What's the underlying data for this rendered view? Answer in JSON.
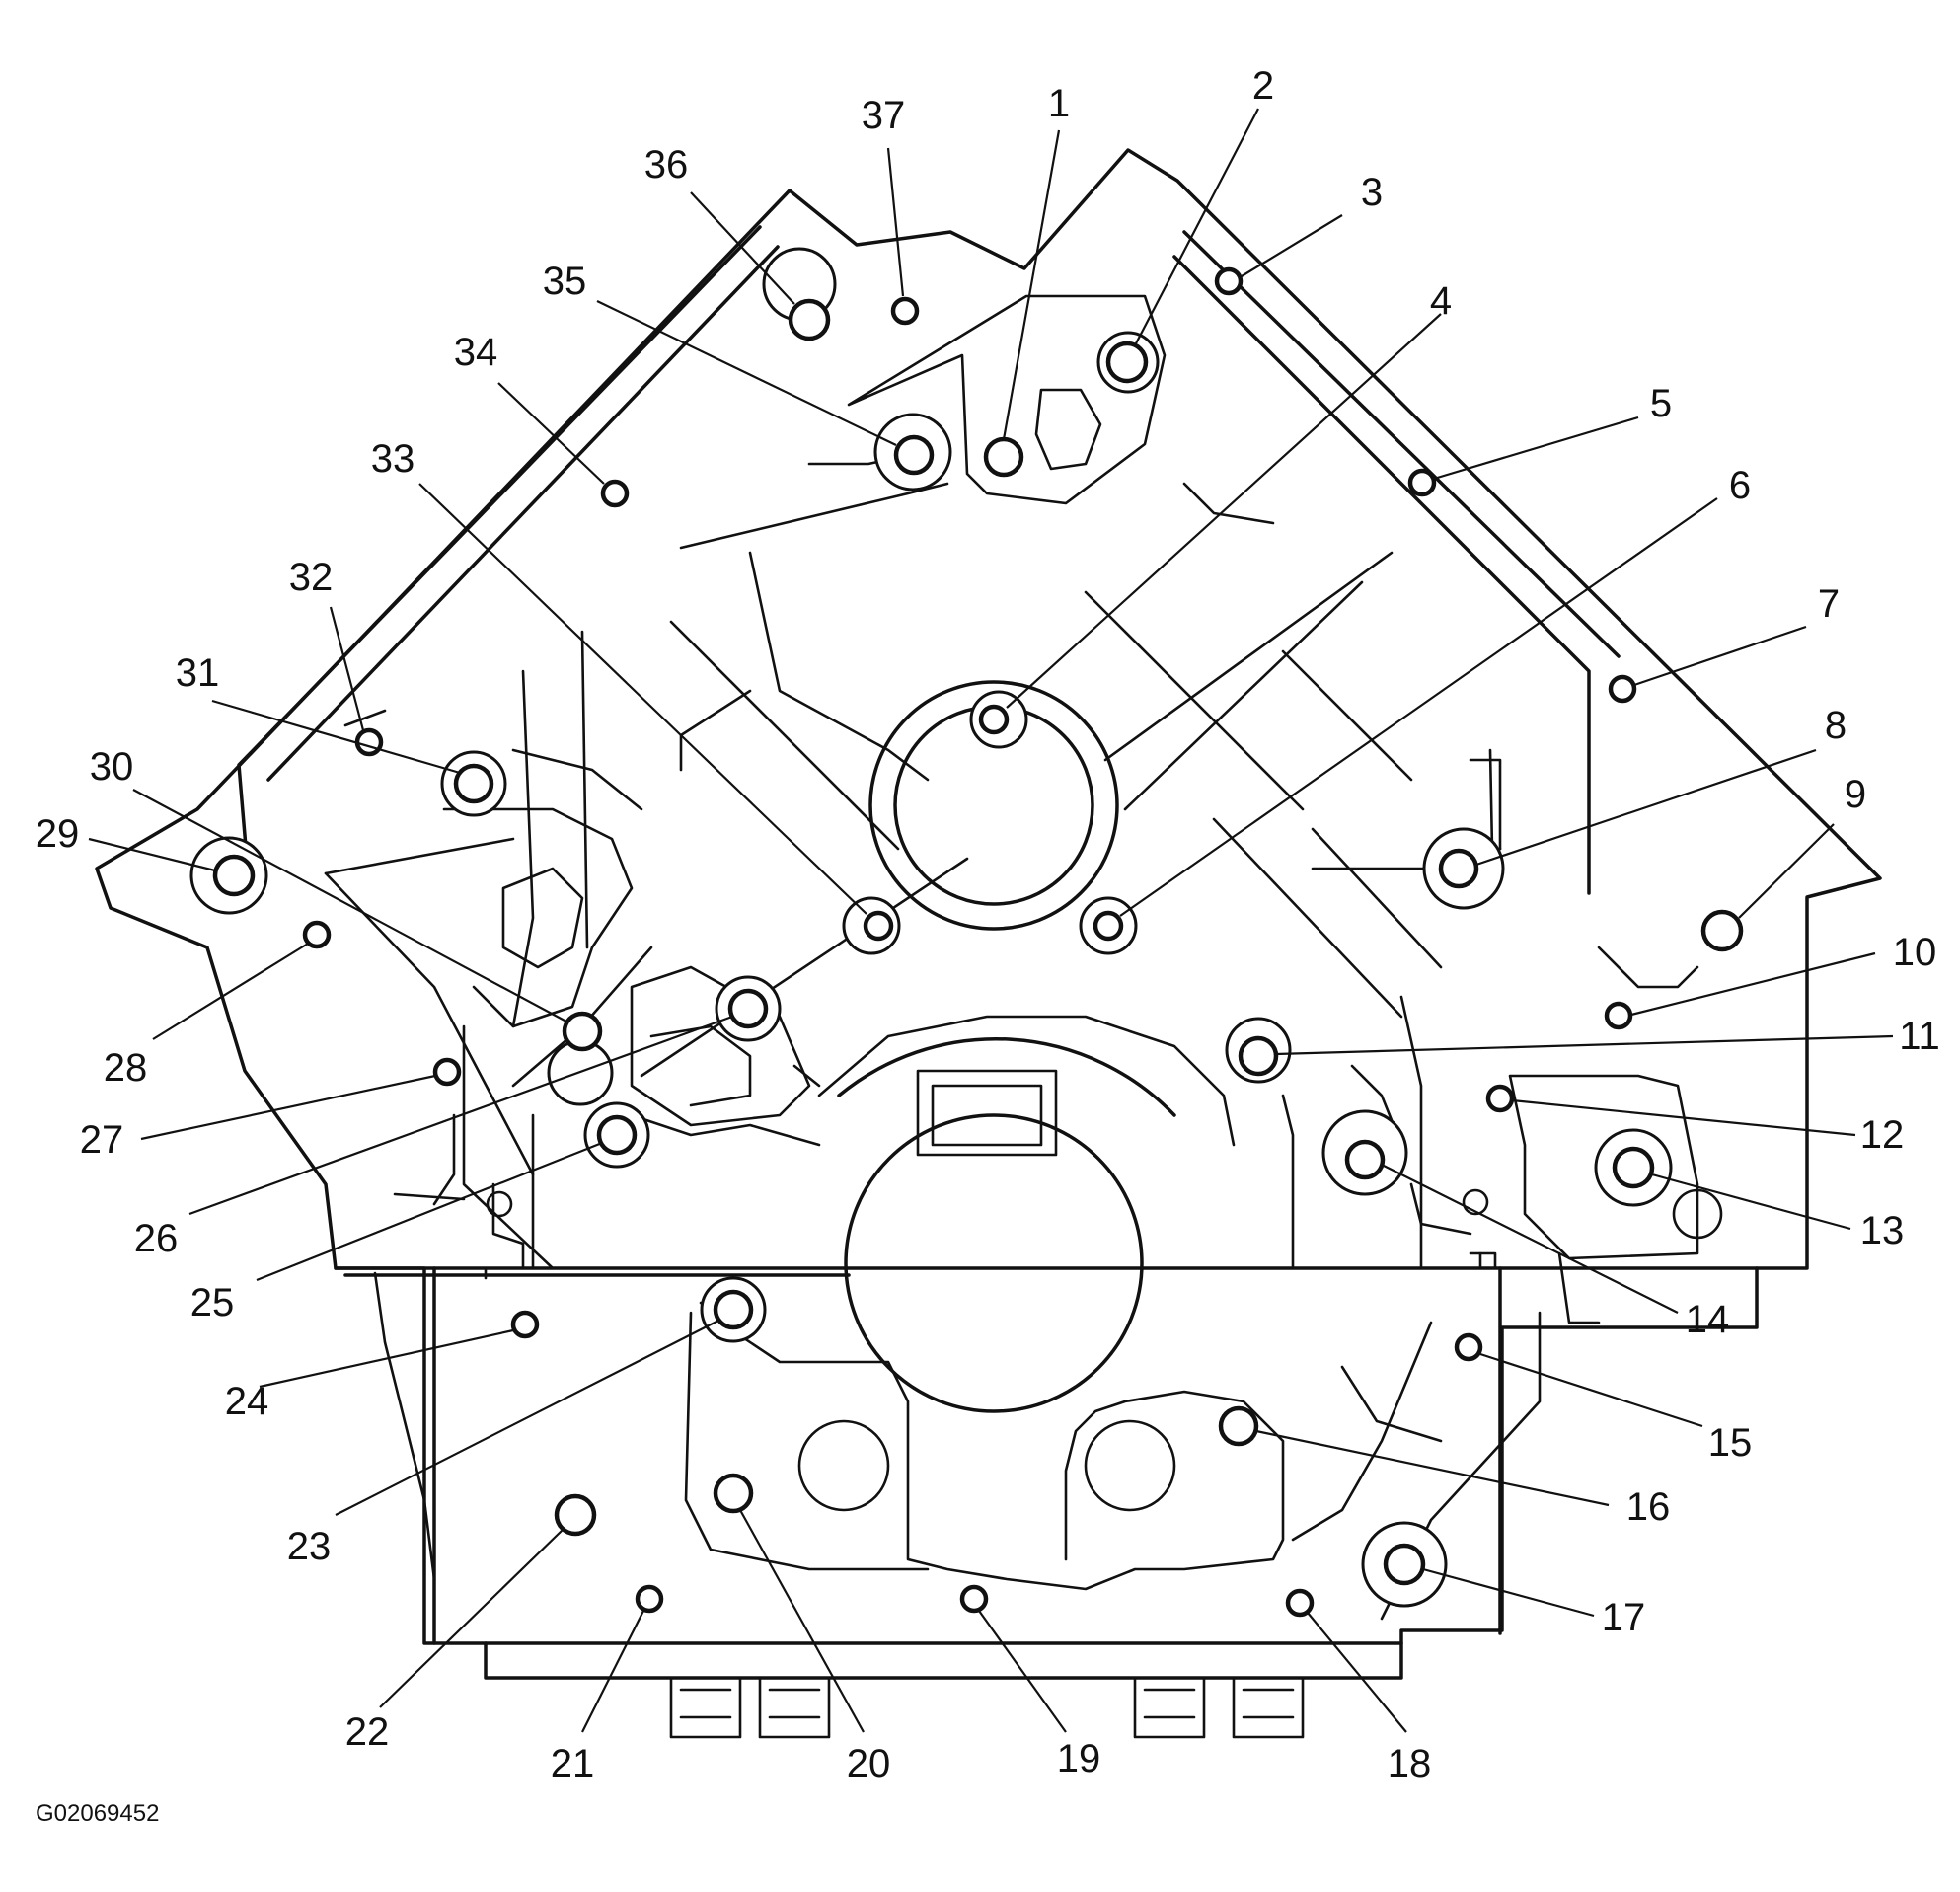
{
  "figure": {
    "code": "G02069452",
    "callouts": [
      "1",
      "2",
      "3",
      "4",
      "5",
      "6",
      "7",
      "8",
      "9",
      "10",
      "11",
      "12",
      "13",
      "14",
      "15",
      "16",
      "17",
      "18",
      "19",
      "20",
      "21",
      "22",
      "23",
      "24",
      "25",
      "26",
      "27",
      "28",
      "29",
      "30",
      "31",
      "32",
      "33",
      "34",
      "35",
      "36",
      "37"
    ]
  },
  "colors": {
    "line": "#111111",
    "background": "#ffffff"
  },
  "icons": {
    "bolt": "bolt-hole-circle"
  }
}
